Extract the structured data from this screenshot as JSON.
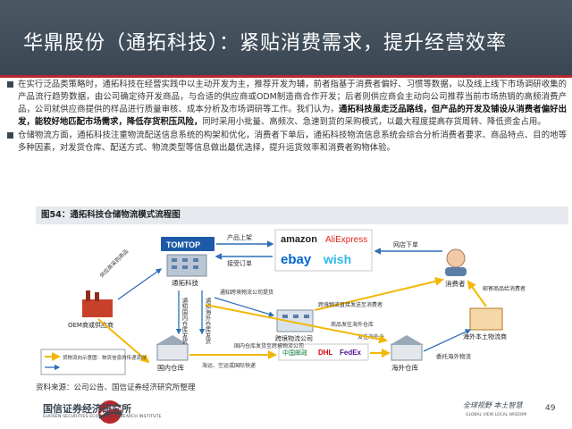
{
  "header": {
    "title": "华鼎股份（通拓科技）：紧贴消费需求，提升经营效率"
  },
  "paragraphs": [
    {
      "plain1": "在实行泛品类策略时，通拓科技在经营实践中以主动开发为主，推荐开发为辅，前者指基于消费者偏好、习惯等数据，以及线上线下市场调研收集的产品流行趋势数据，由公司确定待开发商品，与合适的供应商或ODM制造商合作开发；后者则供应商会主动向公司推荐当前市场热销的高频消费产品，公司就供应商提供的样品进行质量审核、成本分析及市场调研等工作。我们认为，",
      "bold": "通拓科技虽走泛品路线，但产品的开发及铺设从消费者偏好出发，能较好地匹配市场需求，降低存货积压风险，",
      "plain2": "同时采用小批量、高频次、急速到货的采购模式，以最大程度提高存货周转、降低资金占用。"
    },
    {
      "plain1": "仓储物流方面，通拓科技注重物流配送信息系统的构架和优化，消费者下单后，通拓科技物流信息系统会综合分析消费者要求、商品特点、目的地等多种因素，对发货仓库、配送方式、物流类型等信息做出最优选择，提升运货效率和消费者购物体验。",
      "bold": "",
      "plain2": ""
    }
  ],
  "figure": {
    "caption": "图54：通拓科技仓储物流模式流程图",
    "source": "资料来源：公司公告、国信证券经济研究所整理",
    "nodes": {
      "tomtop": "TOMTOP",
      "tongtuo": "通拓科技",
      "oem": "OEM商或供应商",
      "domestic_wh": "国内仓库",
      "overseas_wh": "海外仓库",
      "crossborder": "跨境物流公司",
      "consumer": "消费者",
      "overseas_logistics": "海外本土物流商"
    },
    "platforms": [
      "amazon",
      "AliExpress",
      "ebay",
      "wish"
    ],
    "labels": {
      "product_listing": "产品上架",
      "receive_order": "接受订单",
      "online_order": "网店下单",
      "supplier_purchase": "供应商采购商品",
      "notify_dom_ship": "通知国内仓库发货",
      "notify_cb_pickup": "通知跨境物流公司提货",
      "cb_to_consumer": "跨境物流直接发送至消费者",
      "dom_ship_to_cb": "国内仓库发货至跨境物流公司",
      "dispatch_overseas": "商品发往海外仓库",
      "notify_ov_ship": "通知海外仓库发货",
      "overseas_delivery": "委托海外物流",
      "deliver_consumer": "邮寄商品给消费者",
      "to_overseas_wh": "发往海外仓",
      "cb_express": "海运、空运或国际快递",
      "legend_text": "货物流向示意图：物流信息的传递流向"
    },
    "carriers": [
      "中国邮政",
      "DHL",
      "FedEx"
    ]
  },
  "footer": {
    "org_cn": "国信证券经济研究所",
    "org_en": "GUOSEN SECURITIES ECONOMIC RESEARCH INSTITUTE",
    "slogan_cn": "全球视野 本土智慧",
    "slogan_en": "GLOBAL VIEW    LOCAL WISDOM",
    "page": "49"
  },
  "colors": {
    "header_bg": "#3a4752",
    "accent_red": "#b7282e",
    "flow_yellow": "#f2b705",
    "flow_blue": "#2f6eb5"
  }
}
